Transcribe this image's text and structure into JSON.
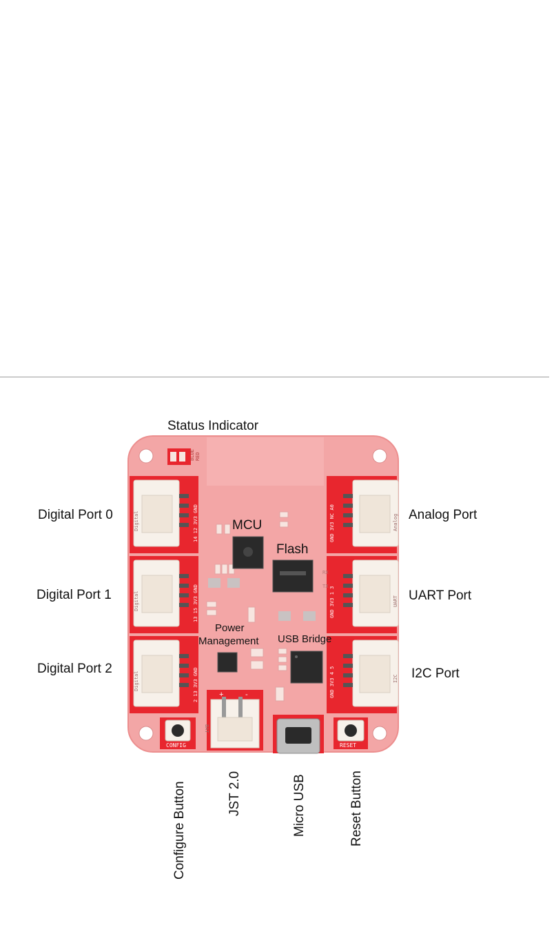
{
  "labels": {
    "status_indicator": "Status Indicator",
    "mcu": "MCU",
    "flash": "Flash",
    "digital_port_0": "Digital Port 0",
    "digital_port_1": "Digital Port 1",
    "digital_port_2": "Digital Port 2",
    "analog_port": "Analog Port",
    "uart_port": "UART Port",
    "i2c_port": "I2C Port",
    "power_management_line1": "Power",
    "power_management_line2": "Management",
    "usb_bridge": "USB Bridge",
    "configure_button": "Configure Button",
    "jst": "JST 2.0",
    "micro_usb": "Micro USB",
    "reset_button": "Reset Button"
  },
  "silkscreen": {
    "config": "CONFIG",
    "reset": "RESET",
    "bat": "BAT",
    "digital": "Digital",
    "analog": "Analog",
    "uart": "UART",
    "i2c": "I2C",
    "blue": "BLUE",
    "red": "RED",
    "pins_analog": "GND 3V3 NC A0",
    "pins_uart": "GND 3V3 1 3",
    "pins_i2c": "GND 3V3 4 5",
    "pins_d0": "14 12 3V3 GND",
    "pins_d1": "13 15 3V3 GND",
    "pins_d2": "2 13 3V3 GND",
    "rx": "RX",
    "tx": "TX",
    "plus": "+",
    "minus": "-"
  },
  "colors": {
    "board": "#f3a6a6",
    "board_edge": "#ec8e8e",
    "red_pad": "#e8262e",
    "connector": "#f7f1ea",
    "chip": "#2a2a2a"
  }
}
